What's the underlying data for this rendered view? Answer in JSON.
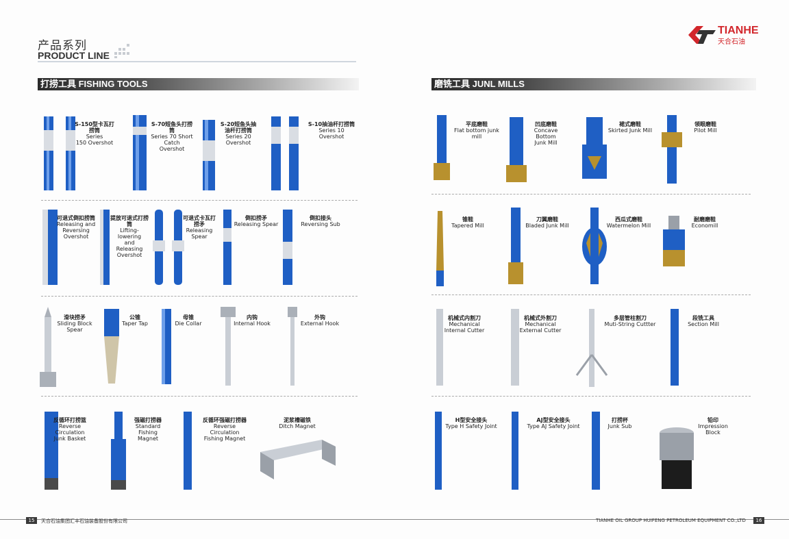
{
  "header": {
    "title_cn": "产品系列",
    "title_en": "PRODUCT LINE",
    "logo_text": "TIANHE",
    "logo_cn": "天合石油"
  },
  "sections": {
    "fishing": "打捞工具 FISHING TOOLS",
    "mills": "磨铣工具 JUNL MILLS"
  },
  "fishing_tools": [
    {
      "cn": "S-150型卡瓦打捞筒",
      "en": "Series\n150 Overshot"
    },
    {
      "cn": "S-70短鱼头打捞筒",
      "en": "Series 70 Short\nCatch Overshot"
    },
    {
      "cn": "S-20短鱼头抽油杆打捞筒",
      "en": "Series 20\nOvershot"
    },
    {
      "cn": "S-10抽油杆打捞筒",
      "en": "Series 10 Overshot"
    },
    {
      "cn": "可退式倒扣捞筒",
      "en": "Releasing and\nReversing\nOvershot"
    },
    {
      "cn": "提放可退式打捞筒",
      "en": "Lifting-lowering\nand\nReleasing\nOvershot"
    },
    {
      "cn": "可退式卡瓦打捞矛",
      "en": "Releasing\nSpear"
    },
    {
      "cn": "倒扣捞矛",
      "en": "Releasing Spear"
    },
    {
      "cn": "倒扣接头",
      "en": "Reversing Sub"
    },
    {
      "cn": "滑块捞矛",
      "en": "Sliding Block Spear"
    },
    {
      "cn": "公锥",
      "en": "Taper Tap"
    },
    {
      "cn": "母锥",
      "en": "Die Collar"
    },
    {
      "cn": "内钩",
      "en": "Internal Hook"
    },
    {
      "cn": "外钩",
      "en": "External Hook"
    },
    {
      "cn": "反循环打捞篮",
      "en": "Reverse\nCirculation\nJunk Basket"
    },
    {
      "cn": "强磁打捞器",
      "en": "Standard\nFishing Magnet"
    },
    {
      "cn": "反循环强磁打捞器",
      "en": "Reverse Circulation\nFishing Magnet"
    },
    {
      "cn": "泥浆槽磁铁",
      "en": "Ditch Magnet"
    }
  ],
  "mill_tools": [
    {
      "cn": "平底磨鞋",
      "en": "Flat bottom junk mill"
    },
    {
      "cn": "凹底磨鞋",
      "en": "Concave Bottom\nJunk Mill"
    },
    {
      "cn": "裙式磨鞋",
      "en": "Skirted Junk Mill"
    },
    {
      "cn": "领眼磨鞋",
      "en": "Pilot Mill"
    },
    {
      "cn": "锥鞋",
      "en": "Tapered Mill"
    },
    {
      "cn": "刀翼磨鞋",
      "en": "Bladed Junk Mill"
    },
    {
      "cn": "西瓜式磨鞋",
      "en": "Watermelon Mill"
    },
    {
      "cn": "耐磨磨鞋",
      "en": "Economill"
    },
    {
      "cn": "机械式内割刀",
      "en": "Mechanical\nInternal Cutter"
    },
    {
      "cn": "机械式外割刀",
      "en": "Mechanical\nExternal Cutter"
    },
    {
      "cn": "多层管柱割刀",
      "en": "Muti-String Cuttter"
    },
    {
      "cn": "段铣工具",
      "en": "Section Mill"
    },
    {
      "cn": "H型安全接头",
      "en": "Type H Safety Joint"
    },
    {
      "cn": "AJ型安全接头",
      "en": "Type AJ Safety Joint"
    },
    {
      "cn": "打捞杯",
      "en": "Junk Sub"
    },
    {
      "cn": "铅印",
      "en": "Impression Block"
    }
  ],
  "footer": {
    "left_page": "15",
    "left_text": "天合石油集团汇丰石油装备股份有限公司",
    "right_text": "TIANHE OIL GROUP HUIFENG PETROLEUM EQUIPMENT CO.,LTD",
    "right_page": "16"
  },
  "colors": {
    "tool_blue": "#1f5fc4",
    "brand_red": "#d2262b"
  }
}
